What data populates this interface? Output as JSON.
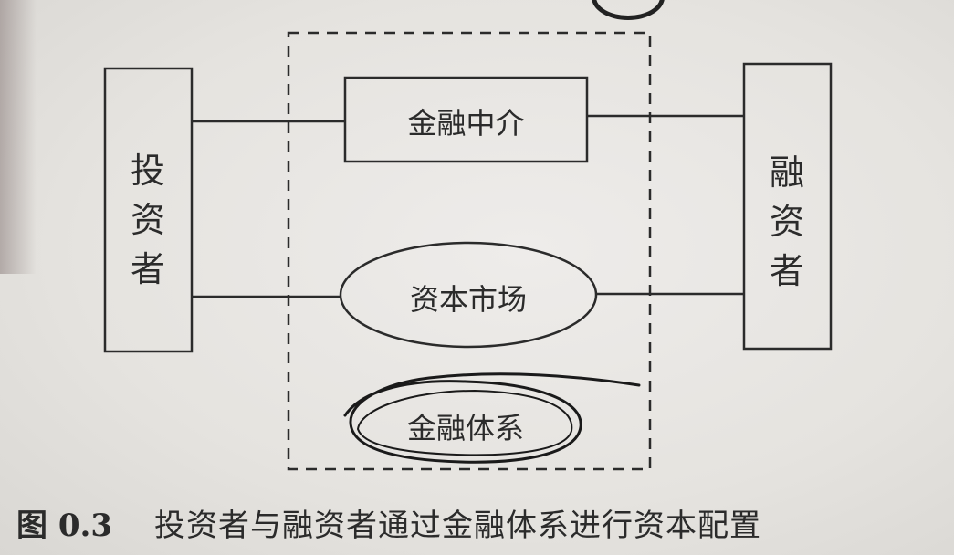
{
  "nodes": {
    "investor": {
      "chars": [
        "投",
        "资",
        "者"
      ]
    },
    "financier": {
      "chars": [
        "融",
        "资",
        "者"
      ]
    },
    "intermediary": {
      "label": "金融中介"
    },
    "capital_market": {
      "label": "资本市场"
    },
    "financial_system": {
      "label": "金融体系"
    }
  },
  "caption": {
    "figure_number": "图 0.3",
    "text": "投资者与融资者通过金融体系进行资本配置"
  },
  "colors": {
    "ink": "#2b2b2b",
    "paper": "#e6e4e0"
  }
}
